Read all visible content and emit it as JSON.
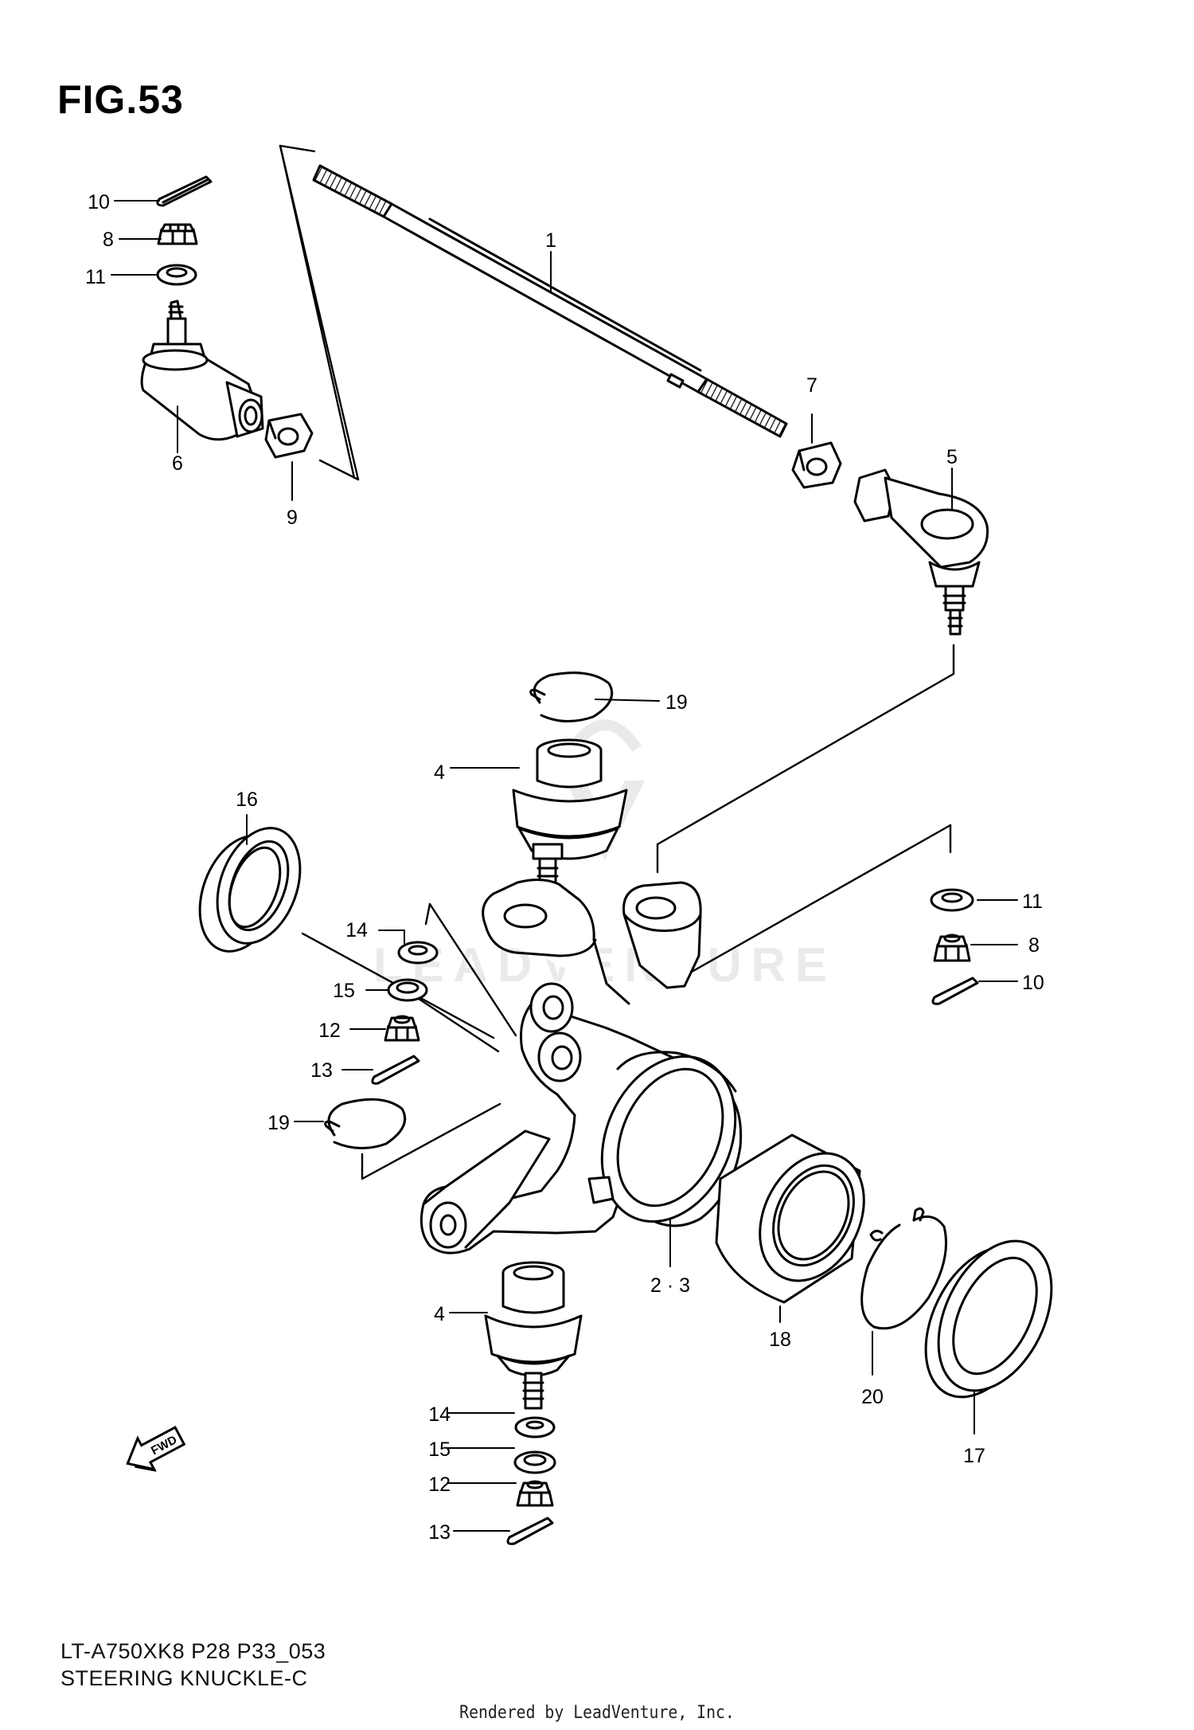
{
  "figure": {
    "title": "FIG.53",
    "model_code": "LT-A750XK8 P28 P33_053",
    "caption": "STEERING KNUCKLE-C",
    "credit": "Rendered by LeadVenture, Inc.",
    "watermark": "LEADVENTURE"
  },
  "callouts": [
    {
      "id": "c1",
      "label": "1"
    },
    {
      "id": "c2",
      "label": "2 · 3"
    },
    {
      "id": "c4a",
      "label": "4"
    },
    {
      "id": "c4b",
      "label": "4"
    },
    {
      "id": "c5",
      "label": "5"
    },
    {
      "id": "c6",
      "label": "6"
    },
    {
      "id": "c7",
      "label": "7"
    },
    {
      "id": "c8a",
      "label": "8"
    },
    {
      "id": "c8b",
      "label": "8"
    },
    {
      "id": "c9",
      "label": "9"
    },
    {
      "id": "c10a",
      "label": "10"
    },
    {
      "id": "c10b",
      "label": "10"
    },
    {
      "id": "c11a",
      "label": "11"
    },
    {
      "id": "c11b",
      "label": "11"
    },
    {
      "id": "c12a",
      "label": "12"
    },
    {
      "id": "c12b",
      "label": "12"
    },
    {
      "id": "c13a",
      "label": "13"
    },
    {
      "id": "c13b",
      "label": "13"
    },
    {
      "id": "c14a",
      "label": "14"
    },
    {
      "id": "c14b",
      "label": "14"
    },
    {
      "id": "c15a",
      "label": "15"
    },
    {
      "id": "c15b",
      "label": "15"
    },
    {
      "id": "c16",
      "label": "16"
    },
    {
      "id": "c17",
      "label": "17"
    },
    {
      "id": "c18",
      "label": "18"
    },
    {
      "id": "c19a",
      "label": "19"
    },
    {
      "id": "c19b",
      "label": "19"
    },
    {
      "id": "c20",
      "label": "20"
    }
  ],
  "fwd_badge": {
    "label": "FWD",
    "icon": "fwd-arrow-icon"
  }
}
